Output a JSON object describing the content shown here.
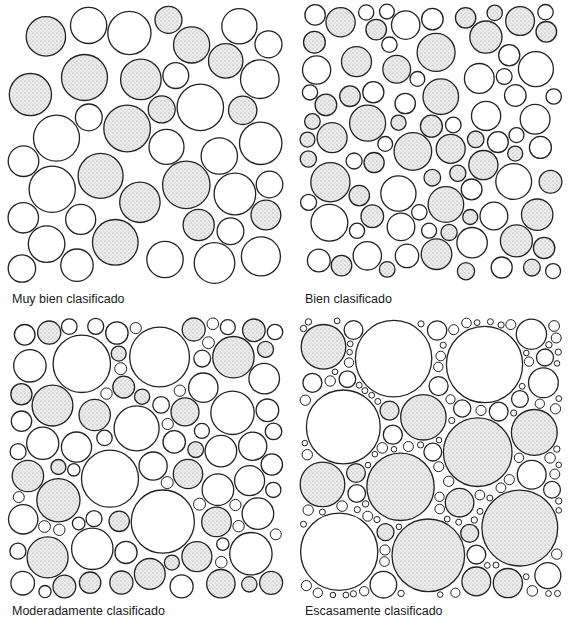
{
  "diagram": {
    "labels": [
      "Muy bien clasificado",
      "Bien clasificado",
      "Moderadamente clasificado",
      "Escasamente clasificado"
    ]
  }
}
